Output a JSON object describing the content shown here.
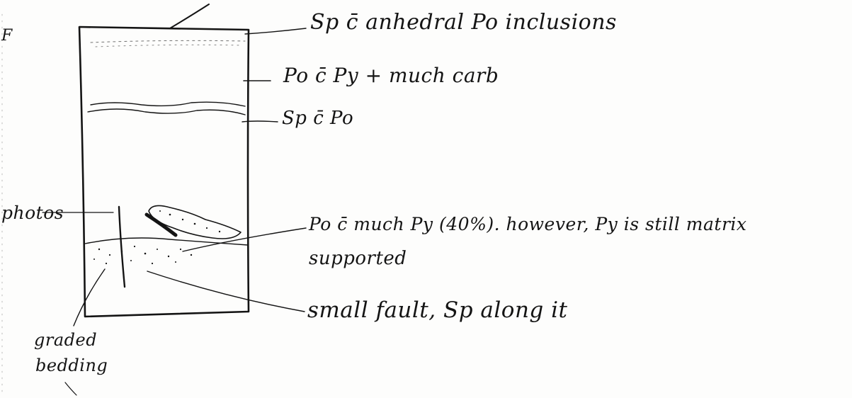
{
  "annotations": {
    "top_layer": "Sp c̄ anhedral Po inclusions",
    "upper_layer": "Po c̄ Py + much carb",
    "mid_layer": "Sp c̄ Po",
    "lower_layer_line1": "Po c̄ much Py (40%). however, Py is still matrix",
    "lower_layer_line2": "supported",
    "fault": "small fault, Sp along it",
    "photos": "photos",
    "graded_bedding_line1": "graded",
    "graded_bedding_line2": "bedding",
    "edge_mark": "F"
  },
  "colors": {
    "ink": "#141414",
    "paper": "#fdfdfc"
  }
}
